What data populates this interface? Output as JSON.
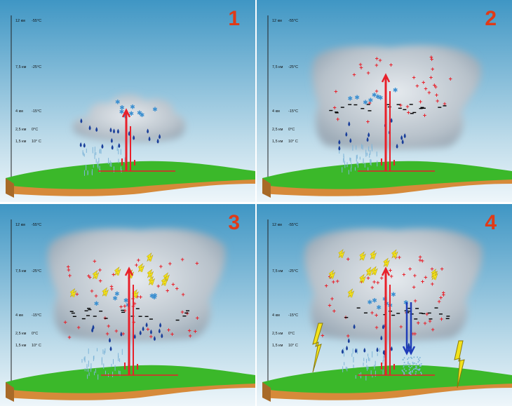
{
  "altitude_labels": [
    {
      "altitude": "12 км",
      "temperature": "-55°C"
    },
    {
      "altitude": "7,5 км",
      "temperature": "-25°C"
    },
    {
      "altitude": "4 км",
      "temperature": "-15°C"
    },
    {
      "altitude": "2,5 км",
      "temperature": "0°C"
    },
    {
      "altitude": "1,5 км",
      "temperature": "10° C"
    }
  ],
  "panels": [
    {
      "number": "1"
    },
    {
      "number": "2"
    },
    {
      "number": "3"
    },
    {
      "number": "4"
    }
  ],
  "colors": {
    "sky_top": "#3f96c4",
    "sky_bottom": "#eef6fa",
    "ground_green": "#3bb82a",
    "ground_earth": "#d68a3a",
    "positive_charge": "#e8202a",
    "negative_charge": "#000000",
    "updraft": "#e8202a",
    "downdraft": "#1f3db8",
    "number": "#e03a17",
    "lightning": "#f2e21c"
  }
}
